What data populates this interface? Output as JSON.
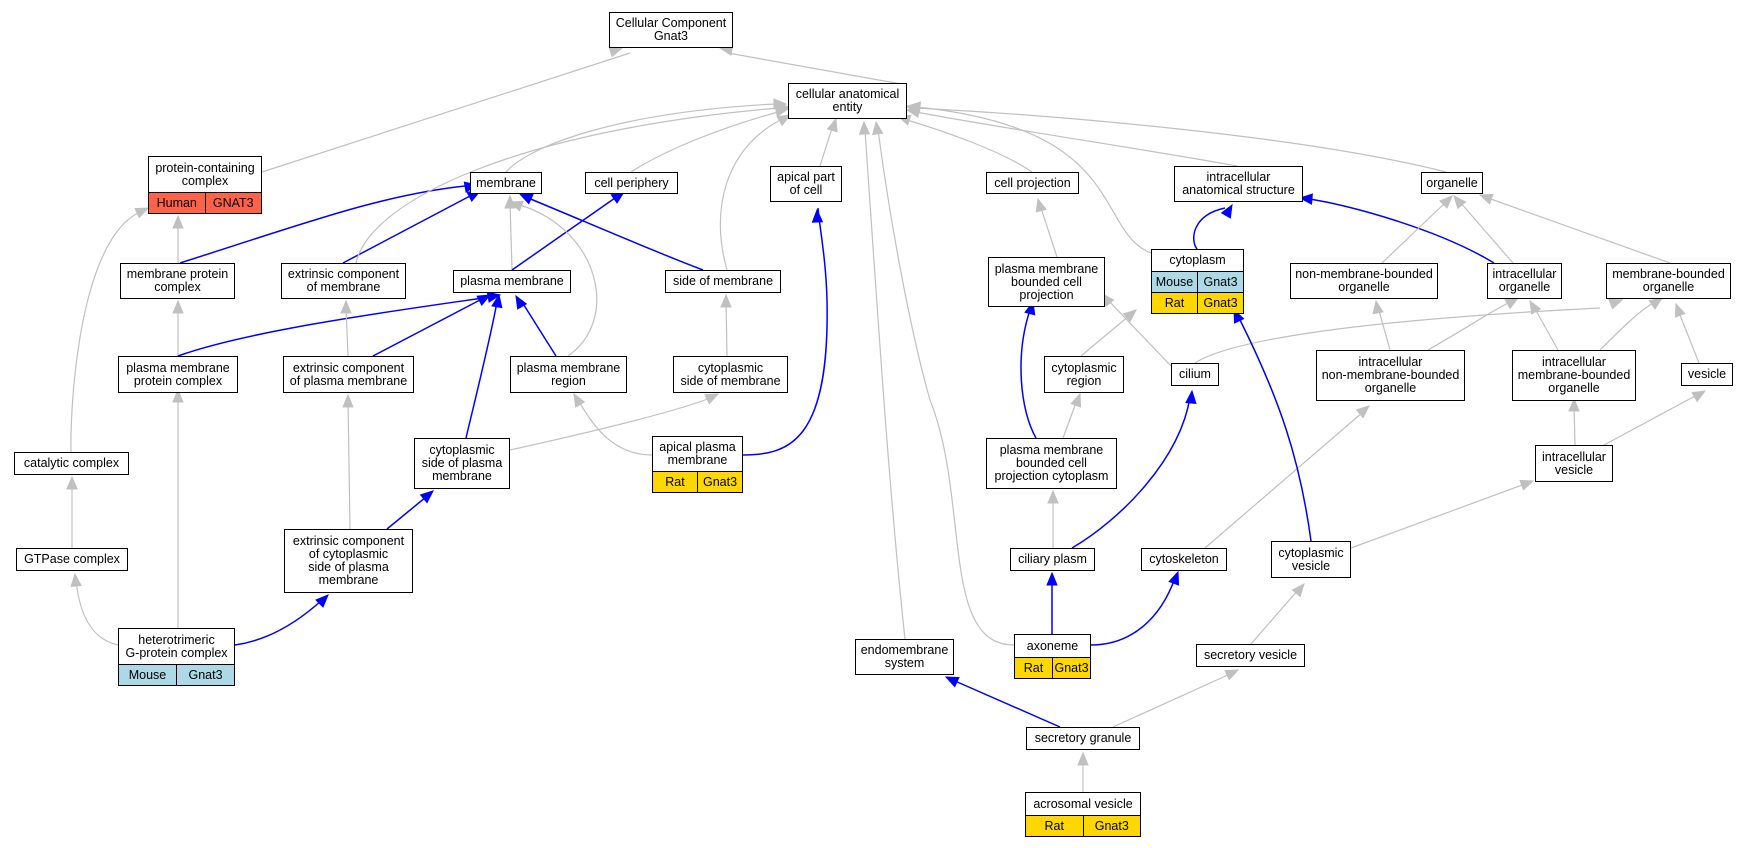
{
  "colors": {
    "is_a_edge": "#c0c0c0",
    "part_of_edge": "#0000ff",
    "human": "#ff6347",
    "mouse": "#add8e6",
    "rat": "#ffd700"
  },
  "nodes": {
    "root": {
      "label": "Cellular Component\nGnat3"
    },
    "cae": {
      "label": "cellular anatomical\nentity"
    },
    "pcc": {
      "label": "protein-containing\ncomplex",
      "species": "Human",
      "gene": "GNAT3"
    },
    "membrane": {
      "label": "membrane"
    },
    "cell_periphery": {
      "label": "cell periphery"
    },
    "apical_part": {
      "label": "apical part\nof cell"
    },
    "cell_projection": {
      "label": "cell projection"
    },
    "ias": {
      "label": "intracellular\nanatomical structure"
    },
    "organelle": {
      "label": "organelle"
    },
    "mpc": {
      "label": "membrane protein\ncomplex"
    },
    "ecm": {
      "label": "extrinsic component\nof membrane"
    },
    "pm": {
      "label": "plasma membrane"
    },
    "som": {
      "label": "side of membrane"
    },
    "pmbcp": {
      "label": "plasma membrane\nbounded cell\nprojection"
    },
    "cytoplasm": {
      "label": "cytoplasm",
      "rows": [
        {
          "species": "Mouse",
          "gene": "Gnat3"
        },
        {
          "species": "Rat",
          "gene": "Gnat3"
        }
      ]
    },
    "nmbo": {
      "label": "non-membrane-bounded\norganelle"
    },
    "io": {
      "label": "intracellular\norganelle"
    },
    "mbo": {
      "label": "membrane-bounded\norganelle"
    },
    "pmpc": {
      "label": "plasma membrane\nprotein complex"
    },
    "ecpm": {
      "label": "extrinsic component\nof plasma membrane"
    },
    "pmr": {
      "label": "plasma membrane\nregion"
    },
    "csom": {
      "label": "cytoplasmic\nside of membrane"
    },
    "cyto_region": {
      "label": "cytoplasmic\nregion"
    },
    "cilium": {
      "label": "cilium"
    },
    "inmbo": {
      "label": "intracellular\nnon-membrane-bounded\norganelle"
    },
    "imbo": {
      "label": "intracellular\nmembrane-bounded\norganelle"
    },
    "vesicle": {
      "label": "vesicle"
    },
    "catalytic": {
      "label": "catalytic complex"
    },
    "cspm": {
      "label": "cytoplasmic\nside of plasma\nmembrane"
    },
    "apm": {
      "label": "apical plasma\nmembrane",
      "species": "Rat",
      "gene": "Gnat3"
    },
    "pmbcpc": {
      "label": "plasma membrane\nbounded cell\nprojection cytoplasm"
    },
    "ivesicle": {
      "label": "intracellular\nvesicle"
    },
    "gtpase": {
      "label": "GTPase complex"
    },
    "ecc": {
      "label": "extrinsic component\nof cytoplasmic\nside of plasma\nmembrane"
    },
    "ciliary_plasm": {
      "label": "ciliary plasm"
    },
    "cytoskeleton": {
      "label": "cytoskeleton"
    },
    "cyto_vesicle": {
      "label": "cytoplasmic\nvesicle"
    },
    "hgpc": {
      "label": "heterotrimeric\nG-protein complex",
      "species": "Mouse",
      "gene": "Gnat3"
    },
    "endomembrane": {
      "label": "endomembrane\nsystem"
    },
    "axoneme": {
      "label": "axoneme",
      "species": "Rat",
      "gene": "Gnat3"
    },
    "secretory_vesicle": {
      "label": "secretory vesicle"
    },
    "secretory_granule": {
      "label": "secretory granule"
    },
    "acrosomal": {
      "label": "acrosomal vesicle",
      "species": "Rat",
      "gene": "Gnat3"
    }
  }
}
